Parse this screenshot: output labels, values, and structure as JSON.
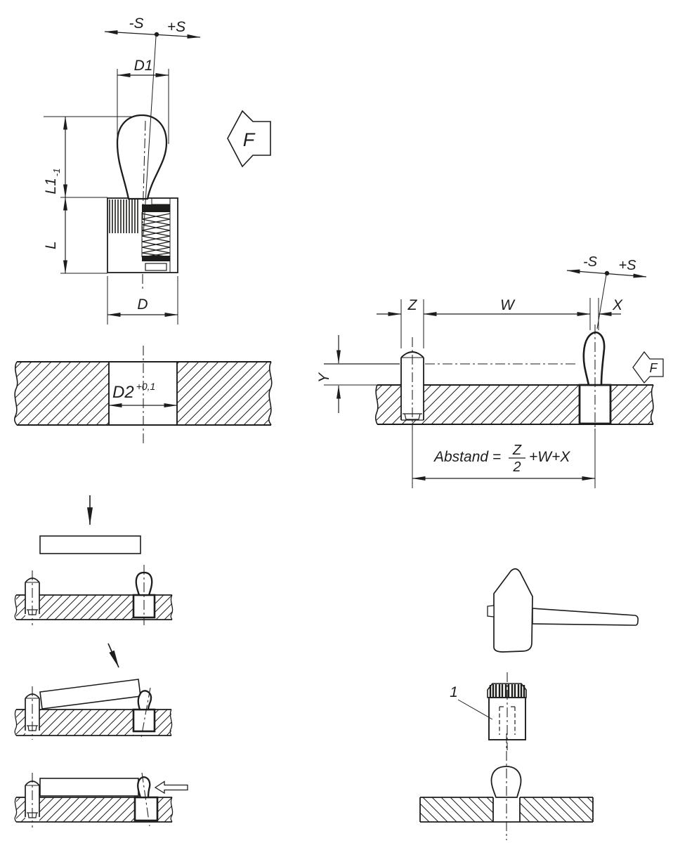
{
  "colors": {
    "line": "#1d1d1b",
    "background": "#ffffff"
  },
  "labels": {
    "stroke_minus": "-S",
    "stroke_plus": "+S",
    "d1": "D1",
    "l1": "L1",
    "l1_tolerance": "-1",
    "l": "L",
    "d": "D",
    "force": "F",
    "d2": "D2",
    "d2_tolerance": "+0,1",
    "z": "Z",
    "w": "W",
    "x": "X",
    "y": "Y",
    "formula_label": "Abstand =",
    "formula_numerator": "Z",
    "formula_denominator": "2",
    "formula_suffix": "+W+X",
    "item_number": "1"
  }
}
